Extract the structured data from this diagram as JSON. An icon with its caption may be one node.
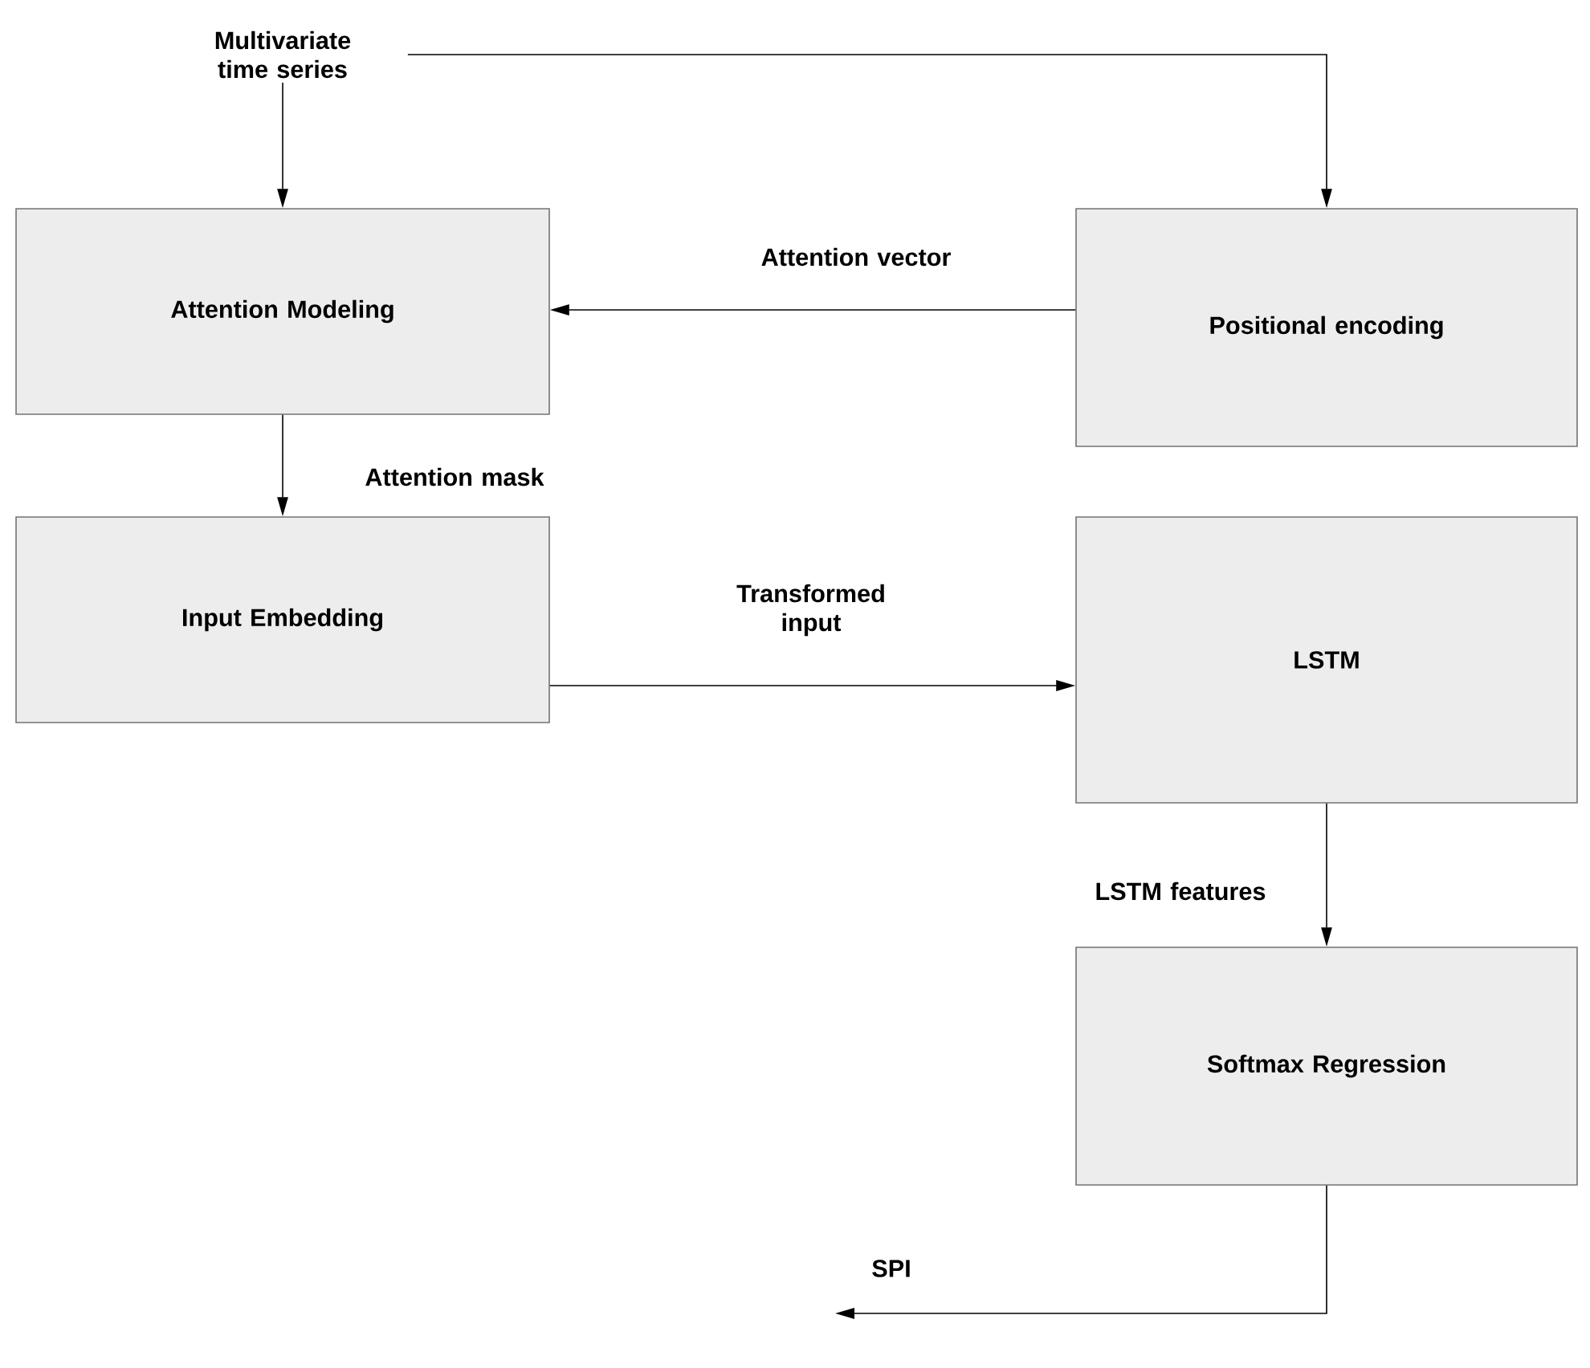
{
  "diagram": {
    "nodes": [
      {
        "text": [
          "Multivariate time series"
        ]
      },
      {
        "text": [
          "Attention Modeling"
        ]
      },
      {
        "text": [
          "Positional encoding"
        ]
      },
      {
        "text": [
          "Input Embedding"
        ]
      },
      {
        "text": [
          "LSTM"
        ]
      },
      {
        "text": [
          "Softmax Regression"
        ]
      }
    ],
    "edges": [
      {
        "from": 0,
        "to": 1,
        "arrow": "to"
      },
      {
        "from": 0,
        "to": 2,
        "arrow": "to"
      },
      {
        "from": 2,
        "to": 1,
        "arrow": "to",
        "label": "Attention vector"
      },
      {
        "from": 1,
        "to": 3,
        "arrow": "to",
        "label": "Attention mask"
      },
      {
        "from": 3,
        "to": 4,
        "arrow": "to",
        "label": "Transformed input"
      },
      {
        "from": 4,
        "to": 5,
        "arrow": "to",
        "label": "LSTM features"
      },
      {
        "from": 5,
        "to": null,
        "arrow": "to",
        "label": "SPI"
      }
    ]
  }
}
